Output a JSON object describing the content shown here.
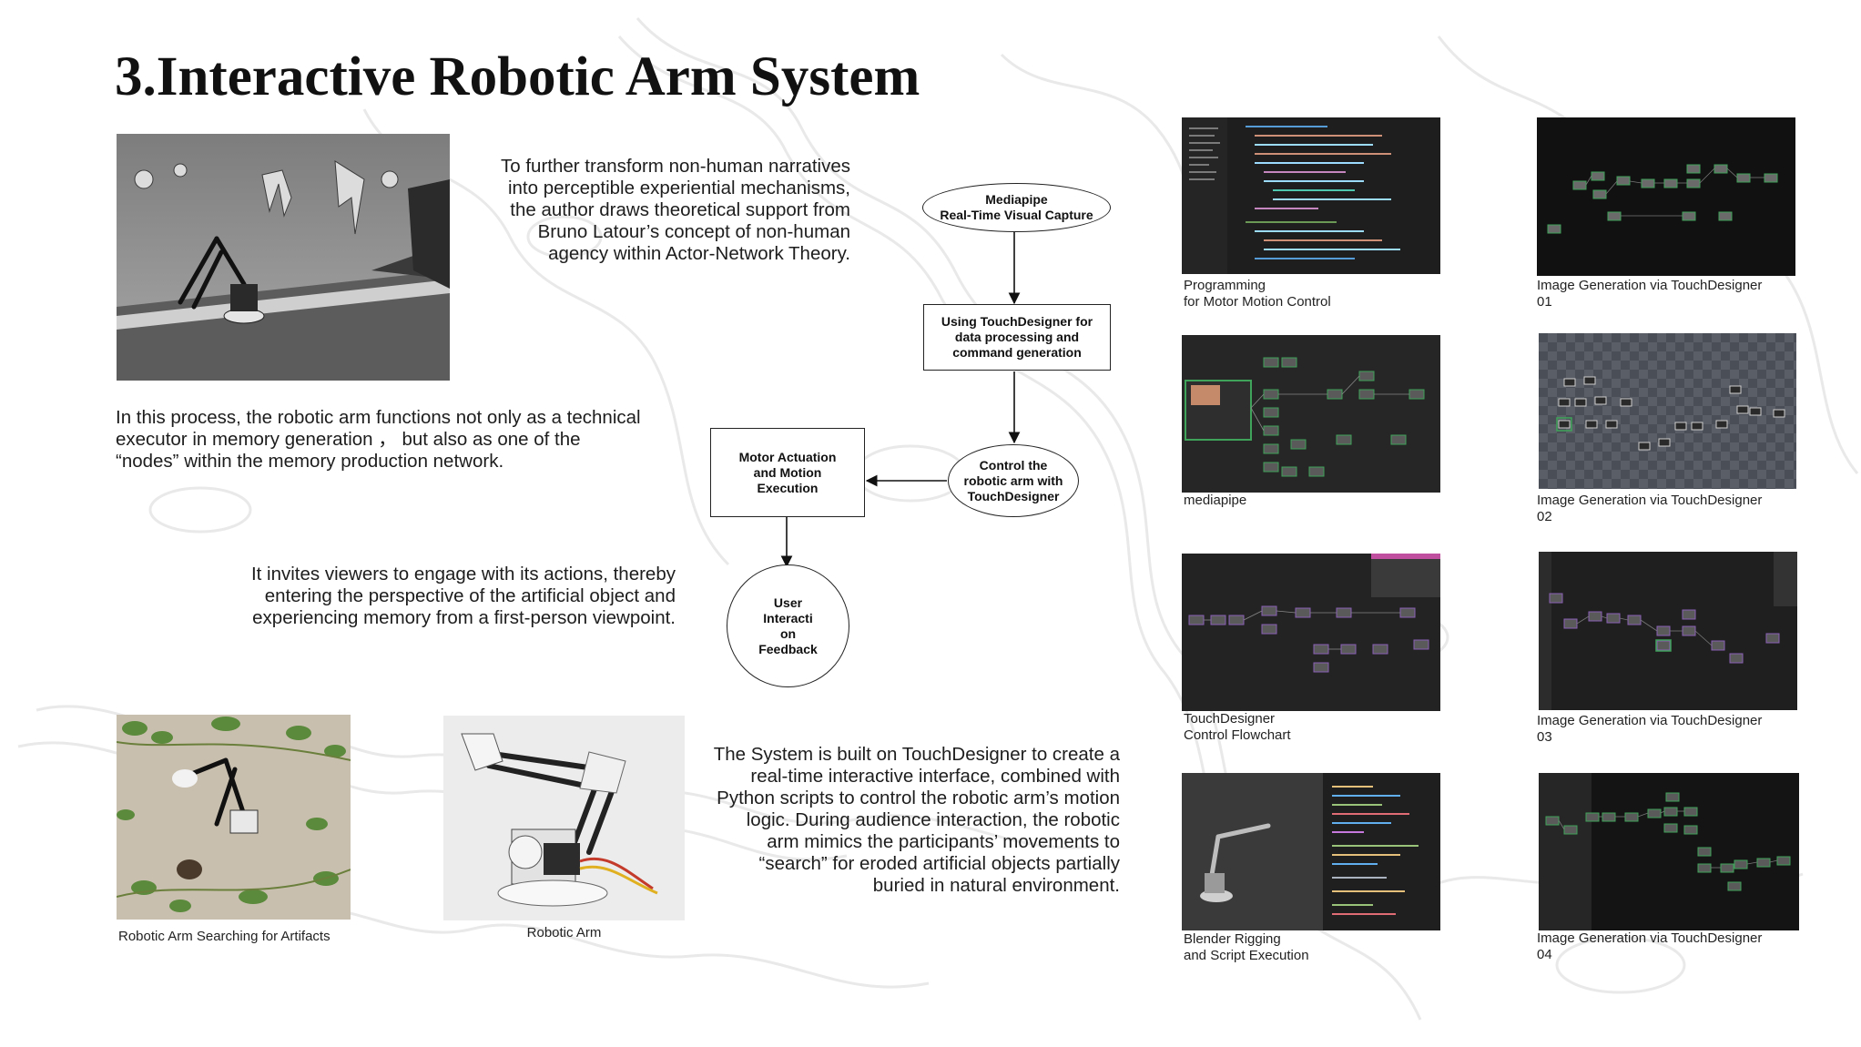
{
  "page": {
    "title": "3.Interactive Robotic Arm System"
  },
  "text_blocks": {
    "latour": "To further transform non-human narratives into perceptible experiential mechanisms, the author draws theoretical support from Bruno Latour’s concept of non-human agency within Actor-Network Theory.",
    "process": "In this process, the robotic arm functions not only as a technical executor in memory generation ， but also as one of the “nodes” within the memory production network.",
    "invites": "It invites viewers to engage with its actions, thereby entering the perspective of the artificial object and experiencing memory from a first-person viewpoint.",
    "system": "The System is built on TouchDesigner to create a real-time interactive interface, combined with Python scripts to control the robotic arm’s motion logic. During audience interaction, the robotic arm mimics the participants’ movements to “search” for eroded artificial objects partially buried in natural environment."
  },
  "flowchart": {
    "mediapipe": "Mediapipe\nReal-Time Visual Capture",
    "touchdesigner": "Using TouchDesigner for data processing and command generation",
    "control": "Control the robotic arm with TouchDesigner",
    "motor": "Motor Actuation and Motion Execution",
    "feedback": "User Interacti on Feedback"
  },
  "captions": {
    "beach_photo": "Robotic Arm Searching for Artifacts",
    "arm_photo": "Robotic Arm",
    "programming": "Programming\nfor Motor Motion Control",
    "mediapipe": "mediapipe",
    "td_flowchart": "TouchDesigner\nControl Flowchart",
    "blender": "Blender Rigging\nand Script Execution",
    "gen01": "Image Generation via TouchDesigner\n01",
    "gen02": "Image Generation via TouchDesigner\n02",
    "gen03": "Image Generation via TouchDesigner\n03",
    "gen04": "Image Generation via TouchDesigner\n04"
  },
  "colors": {
    "ui_dark": "#1e1e1e",
    "ui_checker_light": "#5a5e66",
    "ui_checker_dark": "#4a4e56",
    "node_green": "#3fa35a",
    "node_purple": "#8a5fb5",
    "node_grey": "#9a9a9a",
    "beach_sand": "#c9bfae",
    "leaf_green": "#5b8a3c"
  }
}
